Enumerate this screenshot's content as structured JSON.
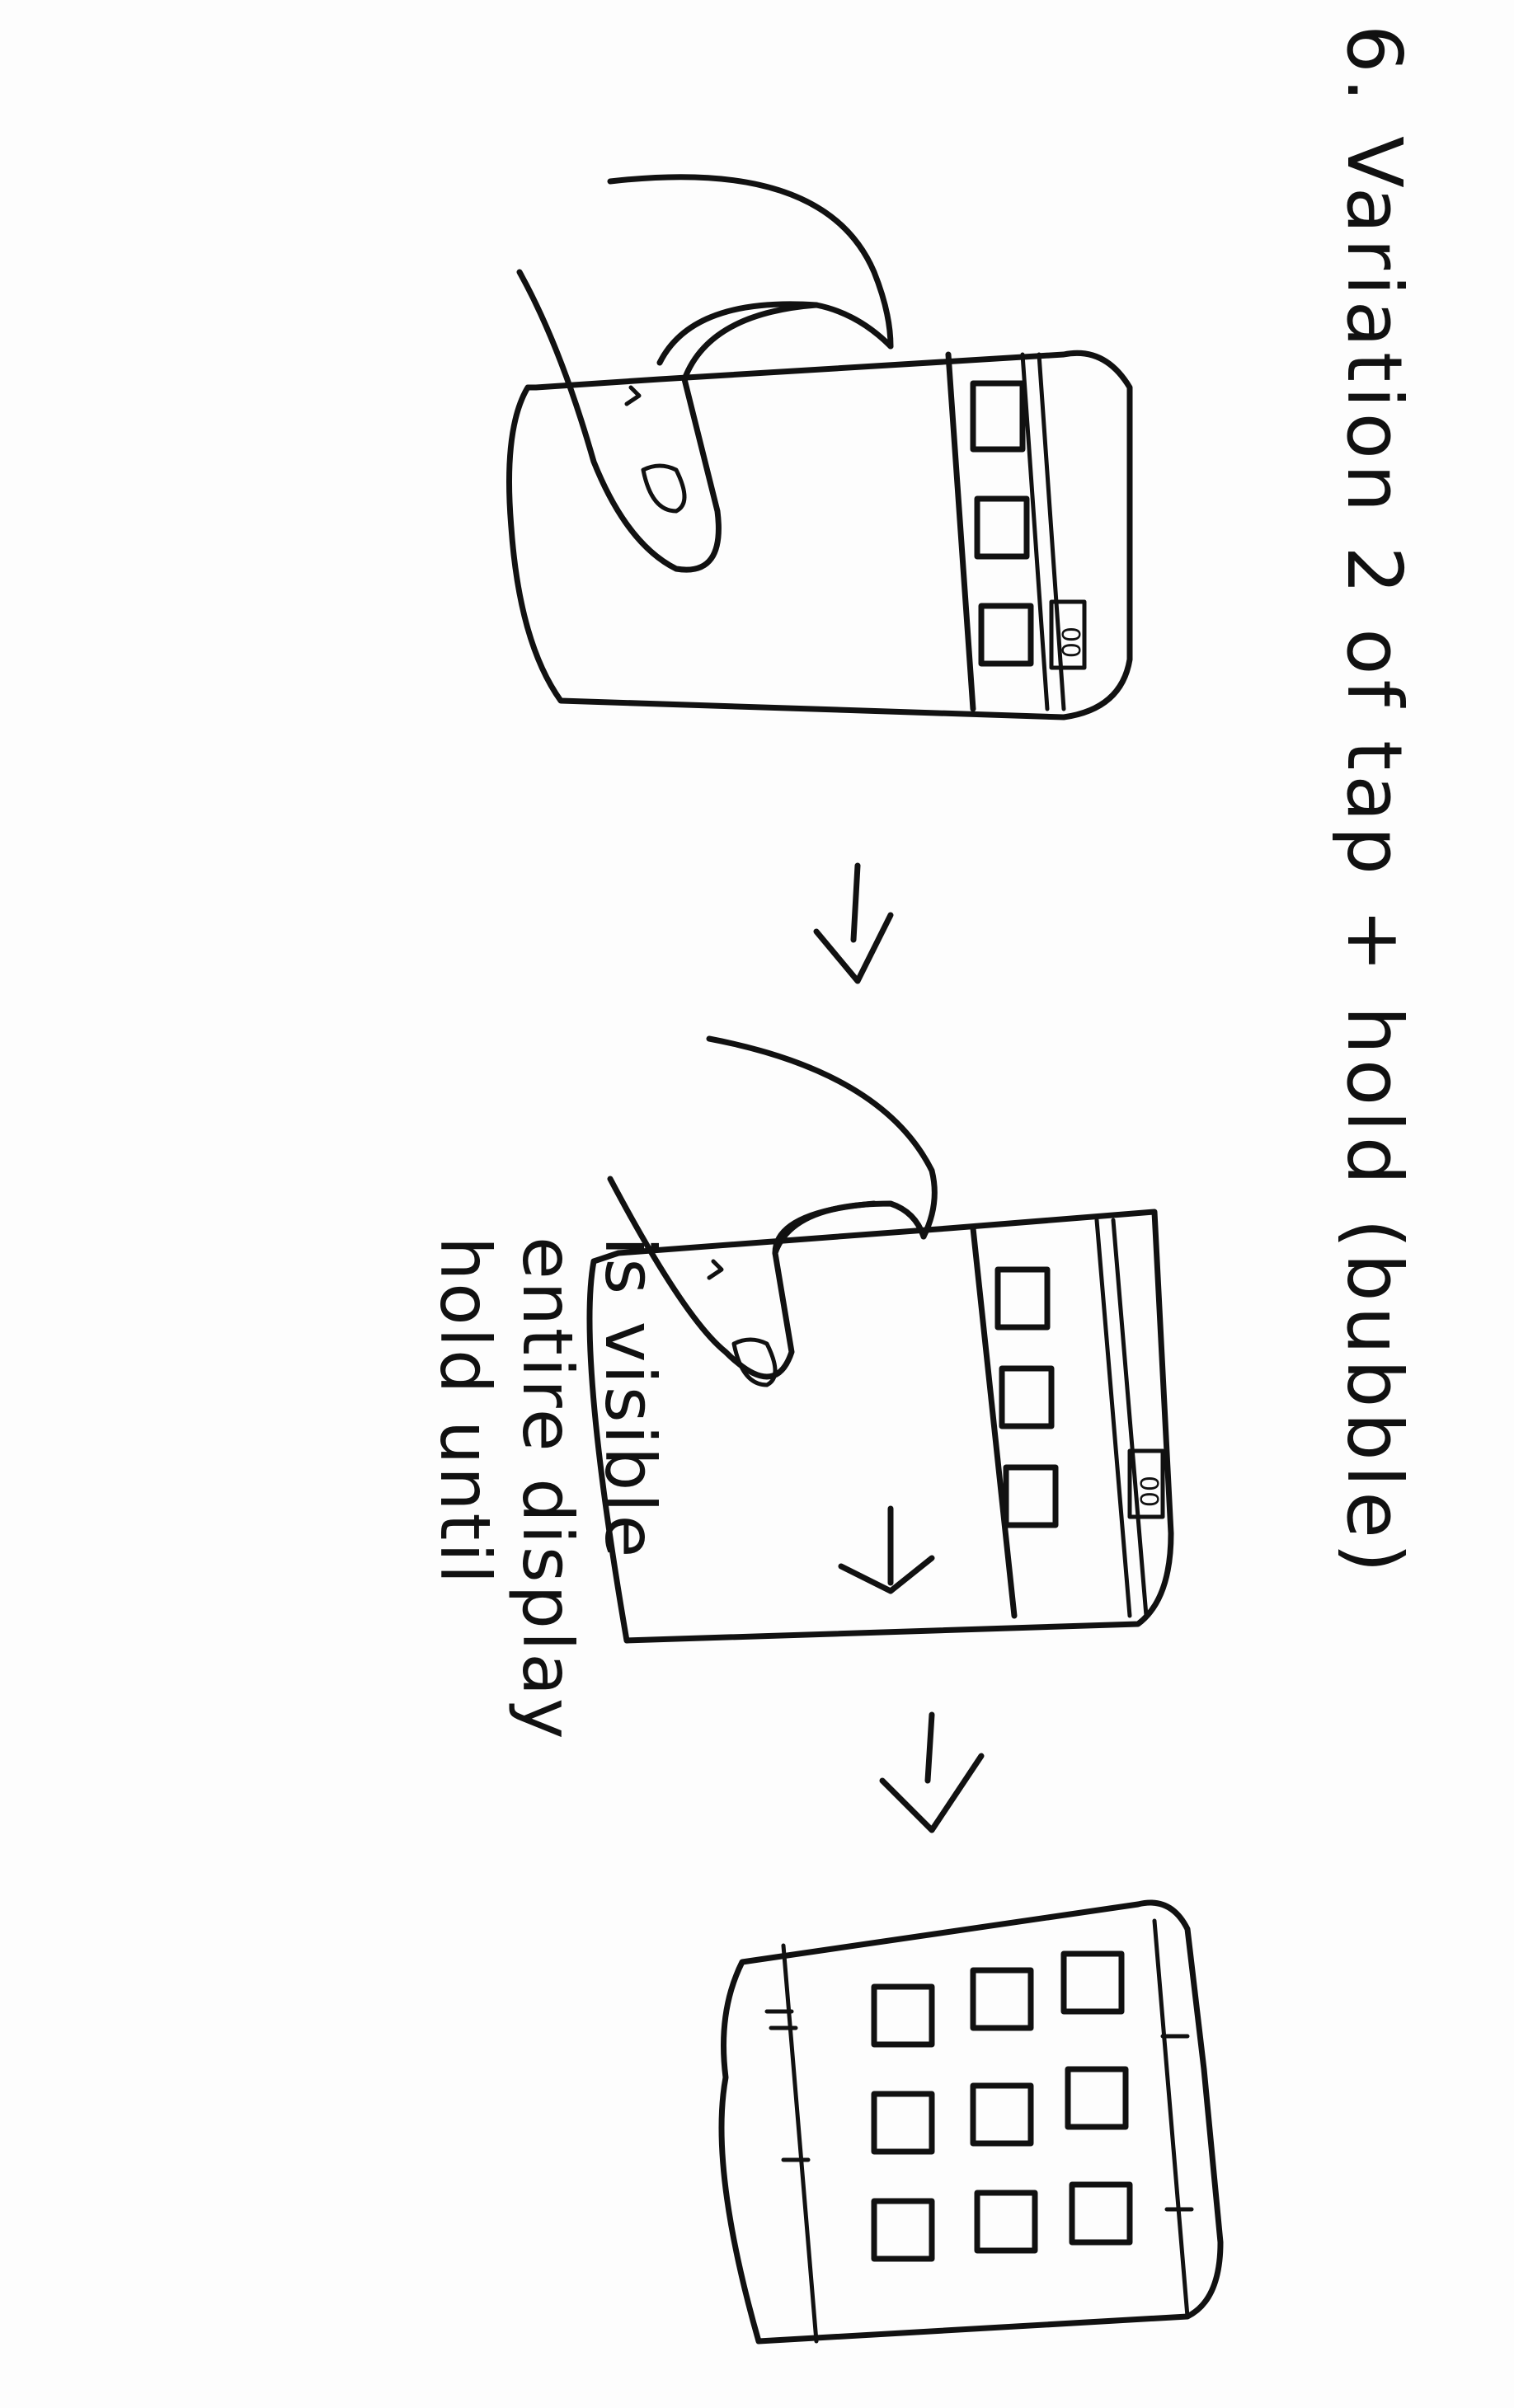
{
  "page": {
    "title": "6. Variation 2 of tap + hold (bubble)"
  },
  "annotation": {
    "lines": [
      "hold until",
      "entire display",
      "is visible"
    ]
  },
  "frames": [
    {
      "name": "frame-1-finger-tap-on-phone",
      "badge": "00"
    },
    {
      "name": "frame-2-finger-swipe-left",
      "badge": "00"
    },
    {
      "name": "frame-3-full-display-grid"
    }
  ],
  "icons": {
    "hand": "finger-icon",
    "arrow": "down-arrow-icon",
    "swipe": "left-arrow-icon"
  },
  "colors": {
    "ink": "#111111",
    "paper": "#fdfdfd"
  }
}
